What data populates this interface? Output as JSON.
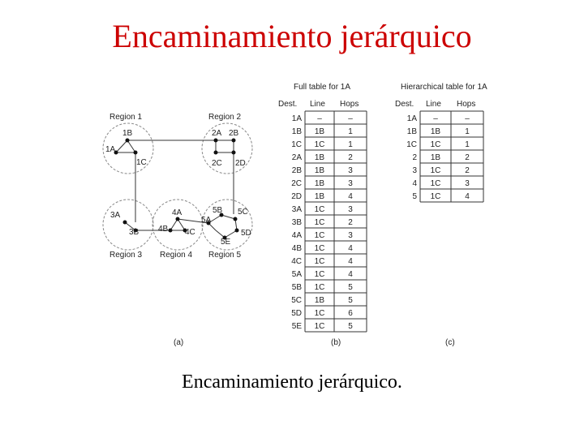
{
  "title": "Encaminamiento jerárquico",
  "caption": "Encaminamiento jerárquico.",
  "diagram": {
    "regions": [
      "Region 1",
      "Region 2",
      "Region 3",
      "Region 4",
      "Region 5"
    ],
    "nodes": {
      "1A": "1A",
      "1B": "1B",
      "1C": "1C",
      "2A": "2A",
      "2B": "2B",
      "2C": "2C",
      "2D": "2D",
      "3A": "3A",
      "3B": "3B",
      "4A": "4A",
      "4B": "4B",
      "4C": "4C",
      "5A": "5A",
      "5B": "5B",
      "5C": "5C",
      "5D": "5D",
      "5E": "5E"
    },
    "sublabels": [
      "(a)",
      "(b)",
      "(c)"
    ]
  },
  "full_table": {
    "title": "Full table for 1A",
    "headers": [
      "Dest.",
      "Line",
      "Hops"
    ],
    "rows": [
      [
        "1A",
        "–",
        "–"
      ],
      [
        "1B",
        "1B",
        "1"
      ],
      [
        "1C",
        "1C",
        "1"
      ],
      [
        "2A",
        "1B",
        "2"
      ],
      [
        "2B",
        "1B",
        "3"
      ],
      [
        "2C",
        "1B",
        "3"
      ],
      [
        "2D",
        "1B",
        "4"
      ],
      [
        "3A",
        "1C",
        "3"
      ],
      [
        "3B",
        "1C",
        "2"
      ],
      [
        "4A",
        "1C",
        "3"
      ],
      [
        "4B",
        "1C",
        "4"
      ],
      [
        "4C",
        "1C",
        "4"
      ],
      [
        "5A",
        "1C",
        "4"
      ],
      [
        "5B",
        "1C",
        "5"
      ],
      [
        "5C",
        "1B",
        "5"
      ],
      [
        "5D",
        "1C",
        "6"
      ],
      [
        "5E",
        "1C",
        "5"
      ]
    ]
  },
  "hier_table": {
    "title": "Hierarchical table for 1A",
    "headers": [
      "Dest.",
      "Line",
      "Hops"
    ],
    "rows": [
      [
        "1A",
        "–",
        "–"
      ],
      [
        "1B",
        "1B",
        "1"
      ],
      [
        "1C",
        "1C",
        "1"
      ],
      [
        "2",
        "1B",
        "2"
      ],
      [
        "3",
        "1C",
        "2"
      ],
      [
        "4",
        "1C",
        "3"
      ],
      [
        "5",
        "1C",
        "4"
      ]
    ]
  }
}
